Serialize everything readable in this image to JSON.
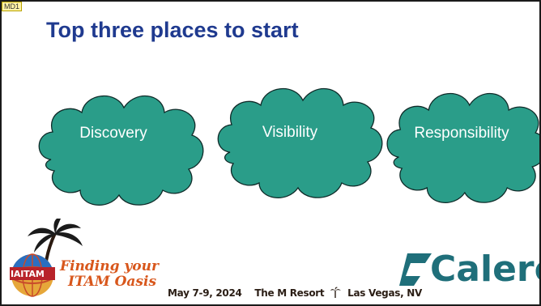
{
  "slide": {
    "comment_tag": "MD1",
    "title": "Top three places to start"
  },
  "clouds": [
    {
      "label": "Discovery"
    },
    {
      "label": "Visibility"
    },
    {
      "label": "Responsibility"
    }
  ],
  "footer": {
    "logo_word": "IAITAM",
    "tagline_line1": "Finding your",
    "tagline_line2": "ITAM Oasis",
    "date": "May 7-9, 2024",
    "venue": "The M Resort",
    "location": "Las Vegas, NV",
    "brand": "Calero"
  },
  "colors": {
    "title": "#1f3a8f",
    "cloud_fill": "#2a9d89",
    "cloud_stroke": "#0f2a28",
    "brand": "#1f6f7a",
    "tagline": "#d8571c"
  },
  "icons": [
    "palm-tree-icon",
    "globe-icon",
    "calero-logo-mark-icon",
    "comment-marker-icon"
  ]
}
